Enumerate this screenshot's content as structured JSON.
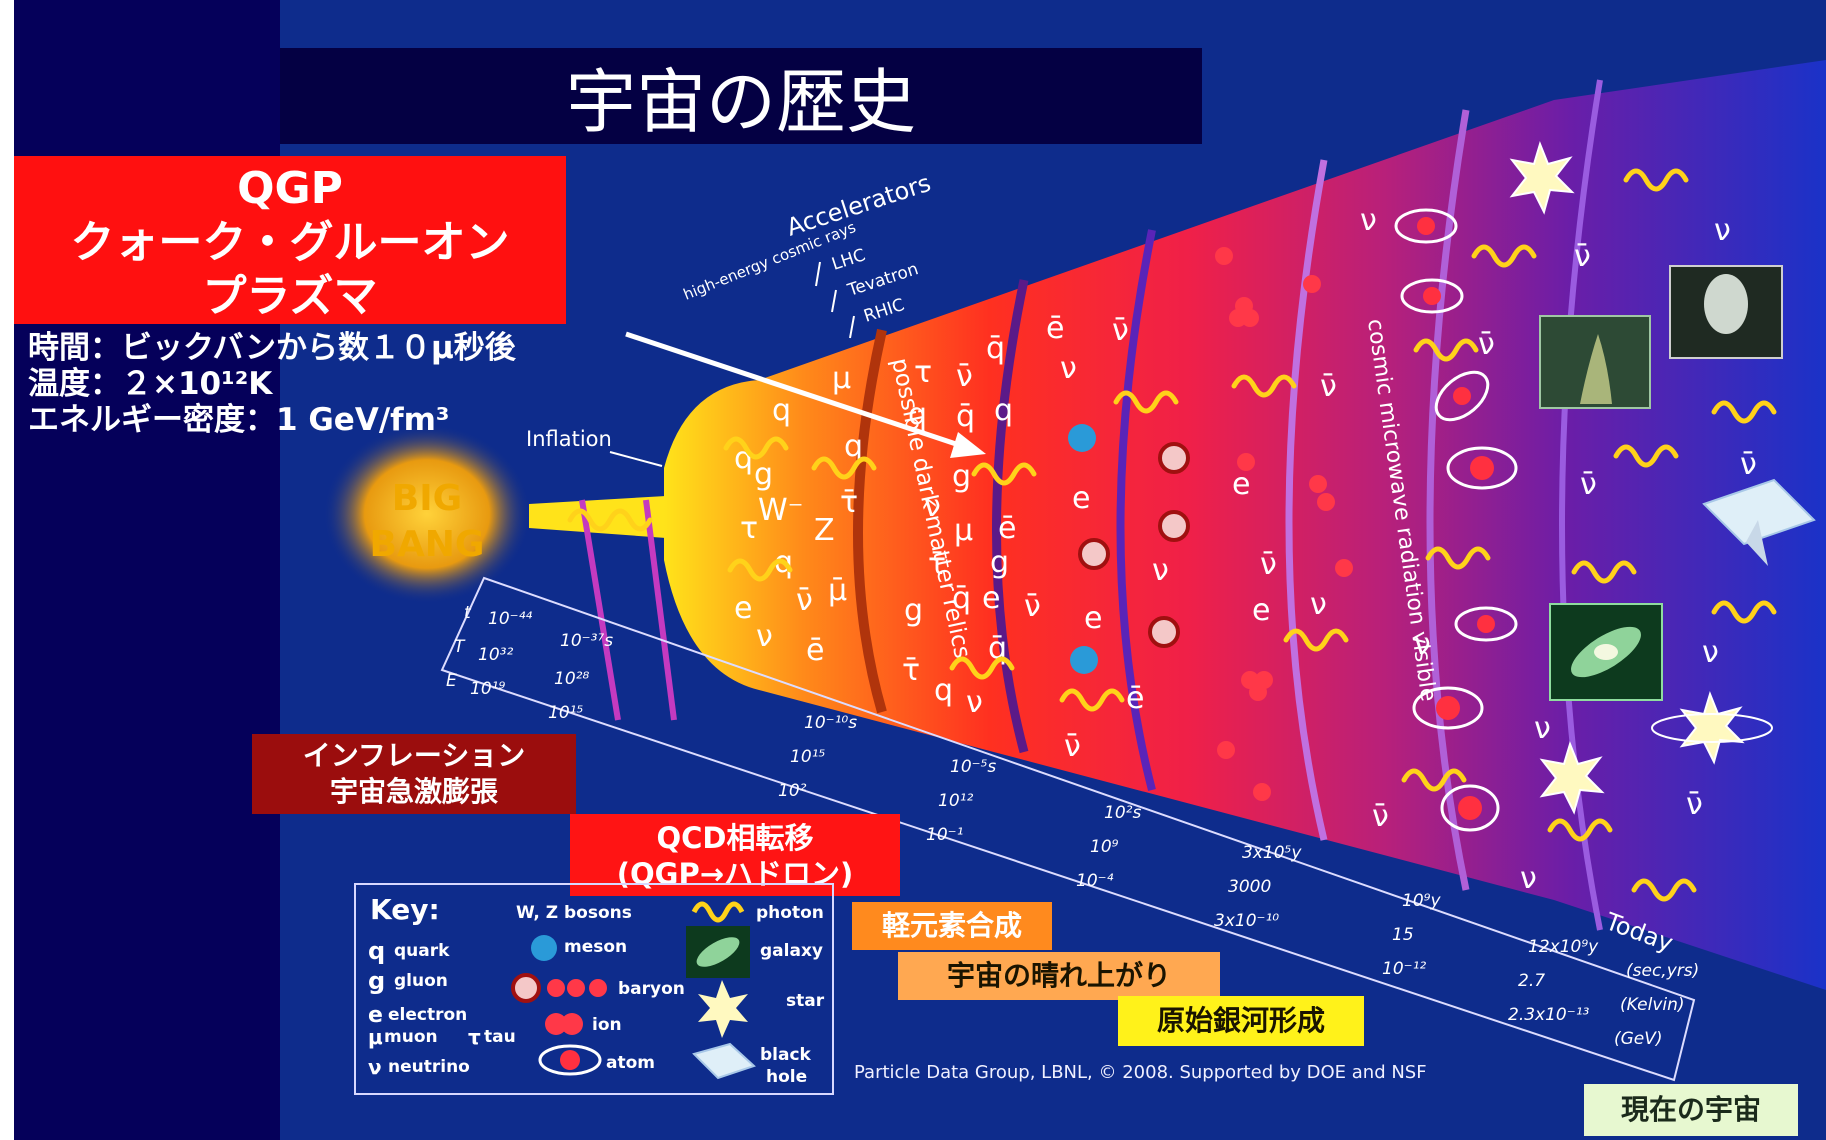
{
  "title": "宇宙の歴史",
  "qgp_box": {
    "line1": "QGP",
    "line2": "クォーク・グルーオン",
    "line3": "プラズマ"
  },
  "qgp_info": {
    "time": "時間：ビックバンから数１０μ秒後",
    "temp": "温度：２×10¹²K",
    "energy": "エネルギー密度：1 GeV/fm³"
  },
  "big_bang": {
    "line1": "BIG",
    "line2": "BANG"
  },
  "annotations": {
    "inflation": "Inflation",
    "accelerators": "Accelerators",
    "lhc": "LHC",
    "tevatron": "Tevatron",
    "rhic": "RHIC",
    "cosmic_rays": "high-energy cosmic rays",
    "dark_matter": "possible dark matter relics",
    "cmb": "cosmic microwave radiation visible",
    "today": "Today"
  },
  "scale_labels": {
    "row_t": "t",
    "row_T": "T",
    "row_E": "E",
    "t1": "10⁻⁴⁴",
    "t2": "10⁻³⁷s",
    "T1": "10³²",
    "T2": "10²⁸",
    "E1": "10¹⁹",
    "E2": "10¹⁵",
    "c1_t": "10⁻¹⁰s",
    "c1_T": "10¹⁵",
    "c1_E": "10²",
    "c2_t": "10⁻⁵s",
    "c2_T": "10¹²",
    "c2_E": "10⁻¹",
    "c3_t": "10²s",
    "c3_T": "10⁹",
    "c3_E": "10⁻⁴",
    "c4_t": "3x10⁵y",
    "c4_T": "3000",
    "c4_E": "3x10⁻¹⁰",
    "c5_t": "10⁹y",
    "c5_T": "15",
    "c5_E": "10⁻¹²",
    "c6_t": "12x10⁹y",
    "c6_T": "2.7",
    "c6_E": "2.3x10⁻¹³",
    "unit_t": "(sec,yrs)",
    "unit_T": "(Kelvin)",
    "unit_E": "(GeV)"
  },
  "stage_labels": {
    "inflation": {
      "line1": "インフレーション",
      "line2": "宇宙急激膨張"
    },
    "qcd": {
      "line1": "QCD相転移",
      "line2": "(QGP→ハドロン)"
    },
    "nucleosynthesis": "軽元素合成",
    "clear": "宇宙の晴れ上がり",
    "galaxy": "原始銀河形成",
    "today": "現在の宇宙"
  },
  "key": {
    "title": "Key:",
    "wz": "W, Z bosons",
    "photon": "photon",
    "quark": "quark",
    "meson": "meson",
    "galaxy": "galaxy",
    "gluon": "gluon",
    "baryon": "baryon",
    "star": "star",
    "electron": "electron",
    "ion": "ion",
    "muon": "muon",
    "tau": "tau",
    "black_hole_1": "black",
    "black_hole_2": "hole",
    "neutrino": "neutrino",
    "atom": "atom",
    "sym_q": "q",
    "sym_g": "g",
    "sym_e": "e",
    "sym_mu": "μ",
    "sym_tau": "τ",
    "sym_nu": "ν"
  },
  "particles": {
    "q": "q",
    "qbar": "q̄",
    "g": "g",
    "e": "e",
    "ebar": "ē",
    "mu": "μ",
    "mubar": "μ̄",
    "tau": "τ",
    "taubar": "τ̄",
    "nu": "ν",
    "nubar": "ν̄",
    "w": "W⁻",
    "z": "Z"
  },
  "credit": "Particle Data Group, LBNL, © 2008.   Supported by DOE and NSF",
  "colors": {
    "background": "#05005a",
    "band": "#0e2c8c",
    "qgp_red": "#ff1010",
    "arrow": "#ffffff"
  }
}
